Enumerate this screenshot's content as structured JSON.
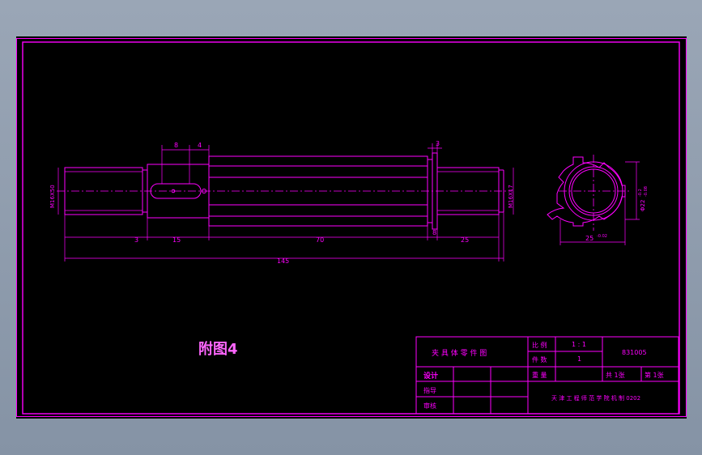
{
  "drawing": {
    "caption": "附图4",
    "dimensions": {
      "d3_top": "3",
      "d8_top": "8",
      "d4_top": "4",
      "d3_groove": "3",
      "d3_bottom": "3",
      "d15": "15",
      "d70": "70",
      "d8_bottom": "8",
      "d25": "25",
      "d145": "145",
      "thread_left": "M16X50",
      "thread_right": "M16X17",
      "section_width": "25",
      "section_tol": "-0.02",
      "section_dia": "Φ22",
      "section_dia_tol": "-0.2",
      "section_dia_tol2": "-0.08"
    }
  },
  "title_block": {
    "drawing_name": "夹 具 体 零 件 图",
    "scale_label": "比 例",
    "scale_value": "1 : 1",
    "qty_label": "件 数",
    "qty_value": "1",
    "weight_label": "重 量",
    "code": "831005",
    "sheets_total": "共 1张",
    "sheet_no": "第 1张",
    "designer_label": "设计",
    "guide_label": "指导",
    "review_label": "审核",
    "school": "天 津 工 程 师 范 学 院 机 制 0202"
  },
  "colors": {
    "line": "#ff00ff",
    "background": "#000000",
    "window": "#8f9cae"
  }
}
